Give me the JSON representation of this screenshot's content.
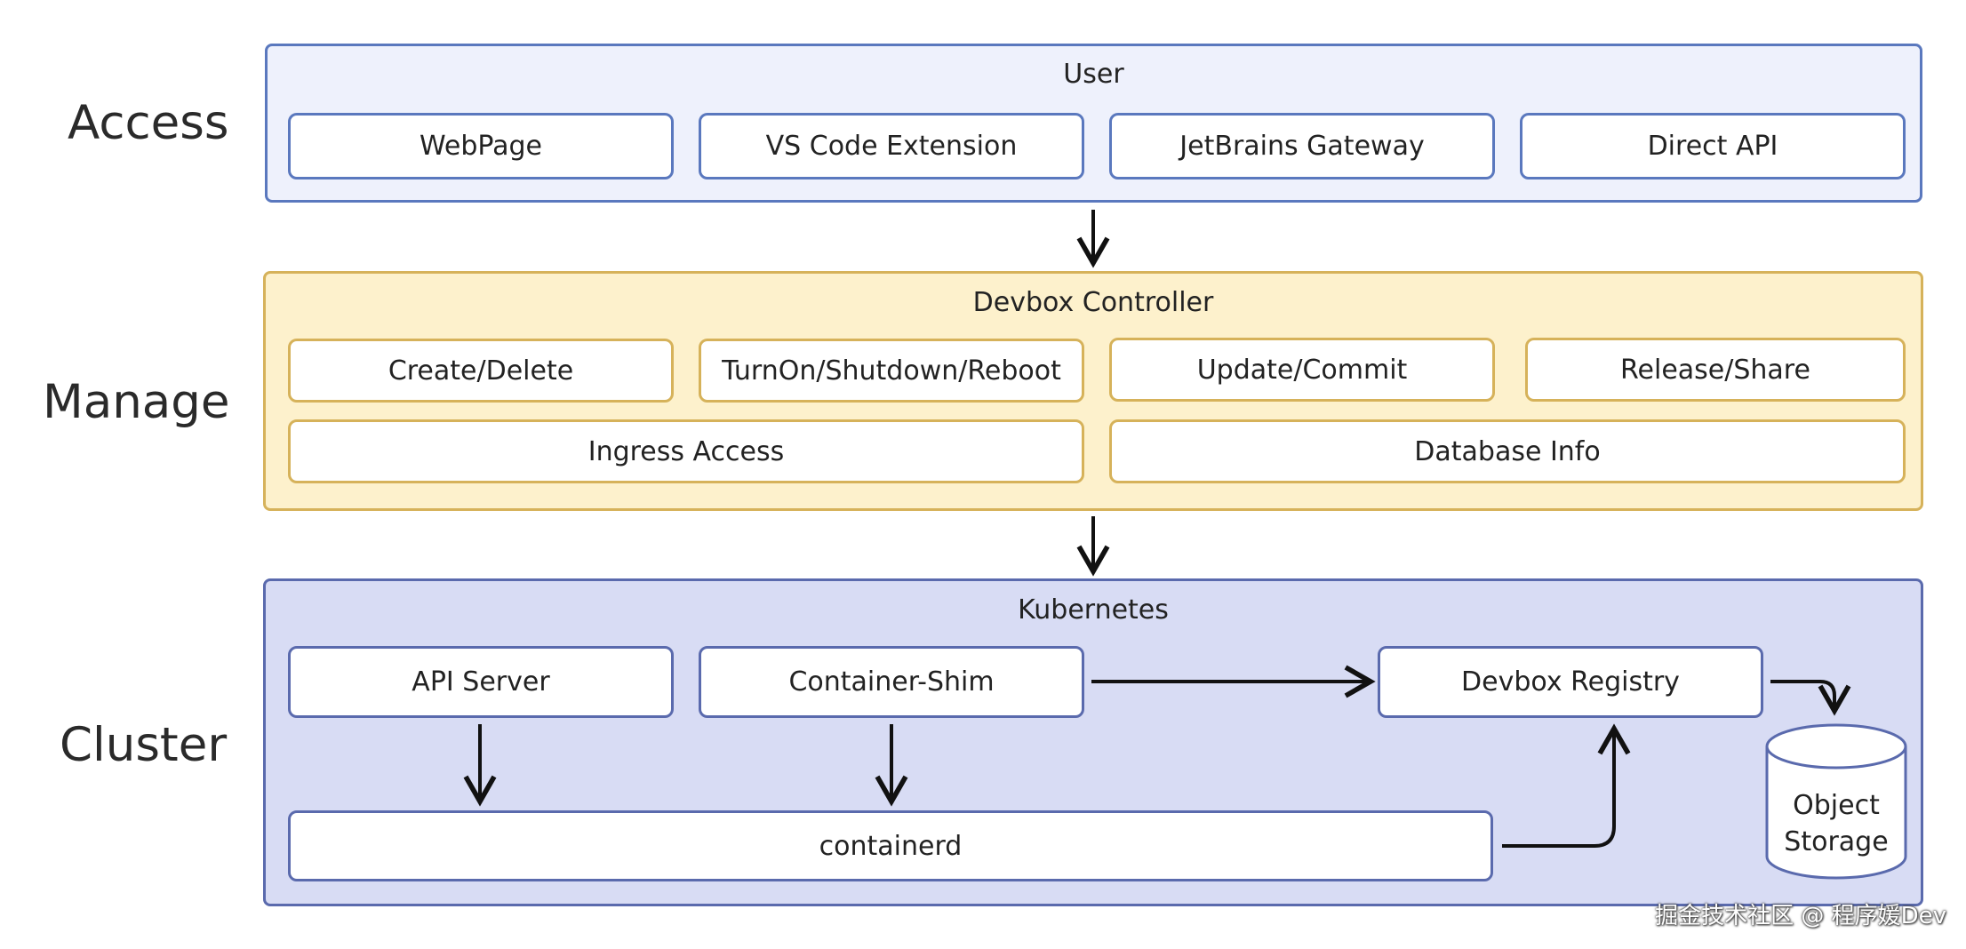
{
  "rows": {
    "access": "Access",
    "manage": "Manage",
    "cluster": "Cluster"
  },
  "access": {
    "title": "User",
    "items": [
      "WebPage",
      "VS Code Extension",
      "JetBrains Gateway",
      "Direct API"
    ]
  },
  "manage": {
    "title": "Devbox Controller",
    "items": [
      "Create/Delete",
      "TurnOn/Shutdown/Reboot",
      "Update/Commit",
      "Release/Share"
    ],
    "items2": [
      "Ingress Access",
      "Database Info"
    ]
  },
  "cluster": {
    "title": "Kubernetes",
    "api_server": "API Server",
    "container_shim": "Container-Shim",
    "devbox_registry": "Devbox Registry",
    "containerd": "containerd",
    "object_storage_line1": "Object",
    "object_storage_line2": "Storage"
  },
  "watermark": "掘金技术社区 @ 程序媛Dev",
  "colors": {
    "access_fill": "#eef1fc",
    "access_border": "#5a78be",
    "manage_fill": "#fdf1cc",
    "manage_border": "#d6b25a",
    "cluster_fill": "#d8dcf4",
    "cluster_border": "#5a6aad"
  }
}
